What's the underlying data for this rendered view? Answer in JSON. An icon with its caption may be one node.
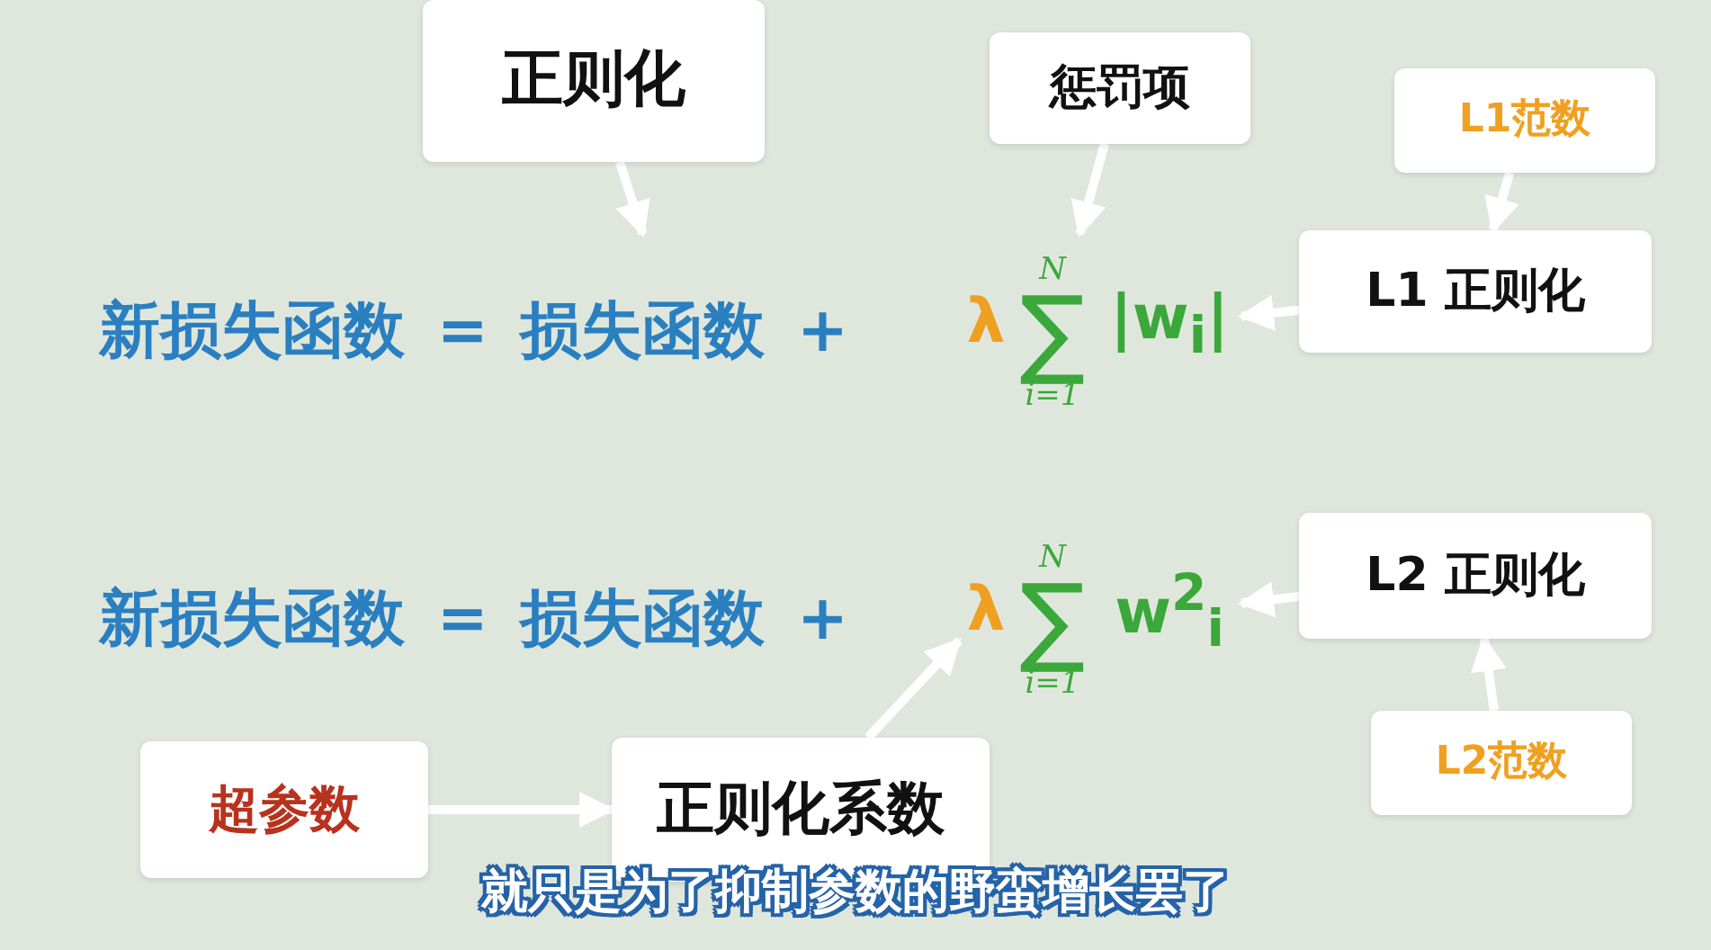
{
  "diagram": {
    "caption": "就只是为了抑制参数的野蛮增长罢了",
    "nodes": [
      {
        "text": [
          "正则化"
        ]
      },
      {
        "text": [
          "惩罚项"
        ]
      },
      {
        "text": [
          "L1范数"
        ]
      },
      {
        "text": [
          "L1 正则化"
        ]
      },
      {
        "text": [
          "新损失函数 = 损失函数 +"
        ]
      },
      {
        "text": [
          "λ"
        ],
        "in": 4
      },
      {
        "text": [
          "N",
          "∑",
          "i=1"
        ],
        "in": 4
      },
      {
        "text": [
          "|w$_{i}$|"
        ],
        "in": 4
      },
      {
        "text": [
          "L2 正则化"
        ]
      },
      {
        "text": [
          "新损失函数 = 损失函数 +"
        ]
      },
      {
        "text": [
          "λ"
        ],
        "in": 9
      },
      {
        "text": [
          "N",
          "∑",
          "i=1"
        ],
        "in": 9
      },
      {
        "text": [
          "w$^{2}$$_{i}$"
        ],
        "in": 9
      },
      {
        "text": [
          "L2范数"
        ]
      },
      {
        "text": [
          "超参数"
        ]
      },
      {
        "text": [
          "正则化系数"
        ]
      }
    ],
    "edges": [
      {
        "from": 0,
        "to": 4,
        "arrow": "to"
      },
      {
        "from": 1,
        "to": 6,
        "arrow": "to"
      },
      {
        "from": 2,
        "to": 3,
        "arrow": "to"
      },
      {
        "from": 3,
        "to": 7,
        "arrow": "to"
      },
      {
        "from": 8,
        "to": 12,
        "arrow": "to"
      },
      {
        "from": 13,
        "to": 8,
        "arrow": "to"
      },
      {
        "from": 15,
        "to": 10,
        "arrow": "to"
      },
      {
        "from": 14,
        "to": 15,
        "arrow": "to"
      }
    ]
  }
}
